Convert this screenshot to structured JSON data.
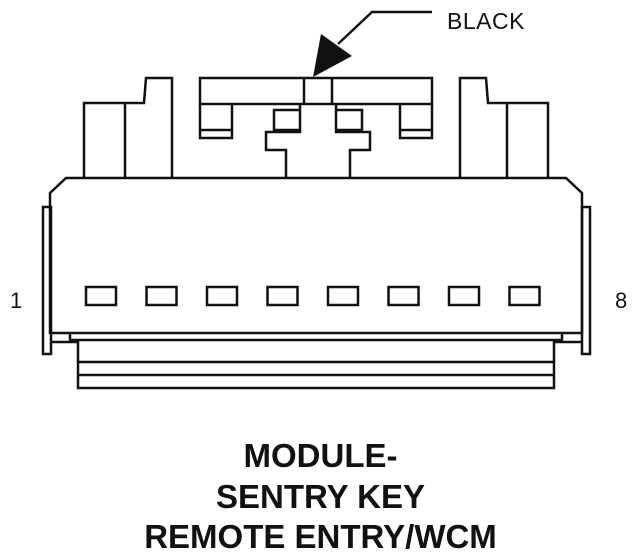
{
  "callout": {
    "text": "BLACK"
  },
  "pins": {
    "first": "1",
    "last": "8"
  },
  "title": {
    "line1": "MODULE-",
    "line2": "SENTRY KEY",
    "line3": "REMOTE ENTRY/WCM"
  },
  "cavity_count": 8,
  "colors": {
    "line": "#111111",
    "background": "#ffffff"
  }
}
